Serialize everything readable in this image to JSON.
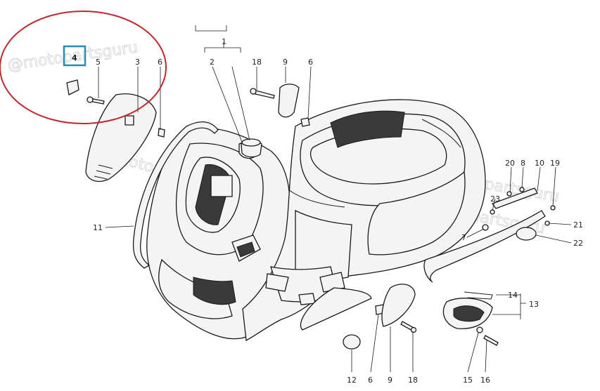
{
  "watermark": "@motopartsguru",
  "highlight": {
    "part": "4",
    "box_color": "#2a8bb0",
    "circle_color": "#c0282d"
  },
  "callouts": [
    {
      "id": "c1",
      "text": "1"
    },
    {
      "id": "c2",
      "text": "2"
    },
    {
      "id": "c3",
      "text": "3"
    },
    {
      "id": "c4",
      "text": "4"
    },
    {
      "id": "c5",
      "text": "5"
    },
    {
      "id": "c6a",
      "text": "6"
    },
    {
      "id": "c6b",
      "text": "6"
    },
    {
      "id": "c6c",
      "text": "6"
    },
    {
      "id": "c7",
      "text": "7"
    },
    {
      "id": "c8",
      "text": "8"
    },
    {
      "id": "c9a",
      "text": "9"
    },
    {
      "id": "c9b",
      "text": "9"
    },
    {
      "id": "c10",
      "text": "10"
    },
    {
      "id": "c11",
      "text": "11"
    },
    {
      "id": "c12",
      "text": "12"
    },
    {
      "id": "c13",
      "text": "13"
    },
    {
      "id": "c14",
      "text": "14"
    },
    {
      "id": "c15",
      "text": "15"
    },
    {
      "id": "c16",
      "text": "16"
    },
    {
      "id": "c18a",
      "text": "18"
    },
    {
      "id": "c18b",
      "text": "18"
    },
    {
      "id": "c19",
      "text": "19"
    },
    {
      "id": "c20",
      "text": "20"
    },
    {
      "id": "c21",
      "text": "21"
    },
    {
      "id": "c22",
      "text": "22"
    },
    {
      "id": "c23",
      "text": "23"
    }
  ]
}
